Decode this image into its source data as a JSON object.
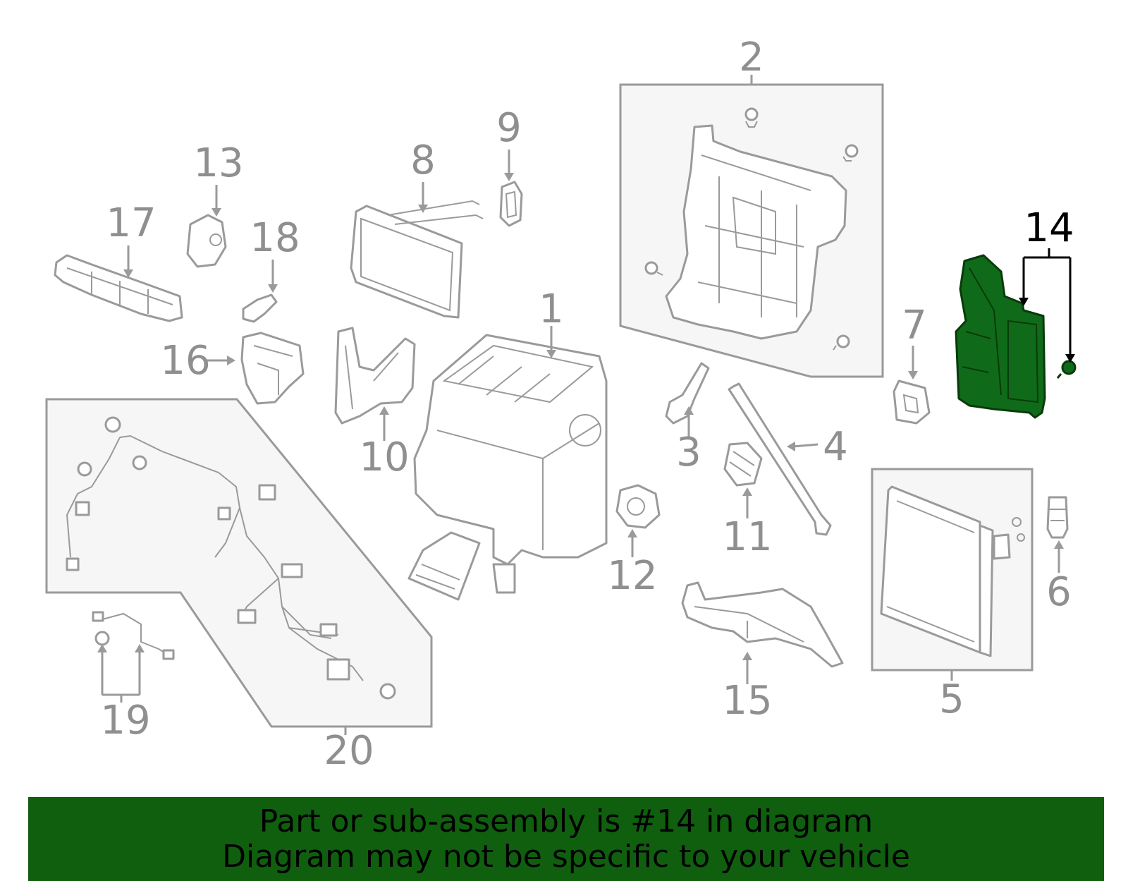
{
  "diagram": {
    "callouts": {
      "c1": "1",
      "c2": "2",
      "c3": "3",
      "c4": "4",
      "c5": "5",
      "c6": "6",
      "c7": "7",
      "c8": "8",
      "c9": "9",
      "c10": "10",
      "c11": "11",
      "c12": "12",
      "c13": "13",
      "c14": "14",
      "c15": "15",
      "c16": "16",
      "c17": "17",
      "c18": "18",
      "c19": "19",
      "c20": "20"
    },
    "highlighted_part": "14",
    "colors": {
      "highlight": "#0f5f0f",
      "linework": "#9a9a9a",
      "banner": "#0f5f0f"
    }
  },
  "banner": {
    "line1": "Part or sub-assembly is #14 in diagram",
    "line2": "Diagram may not be specific to your vehicle"
  }
}
